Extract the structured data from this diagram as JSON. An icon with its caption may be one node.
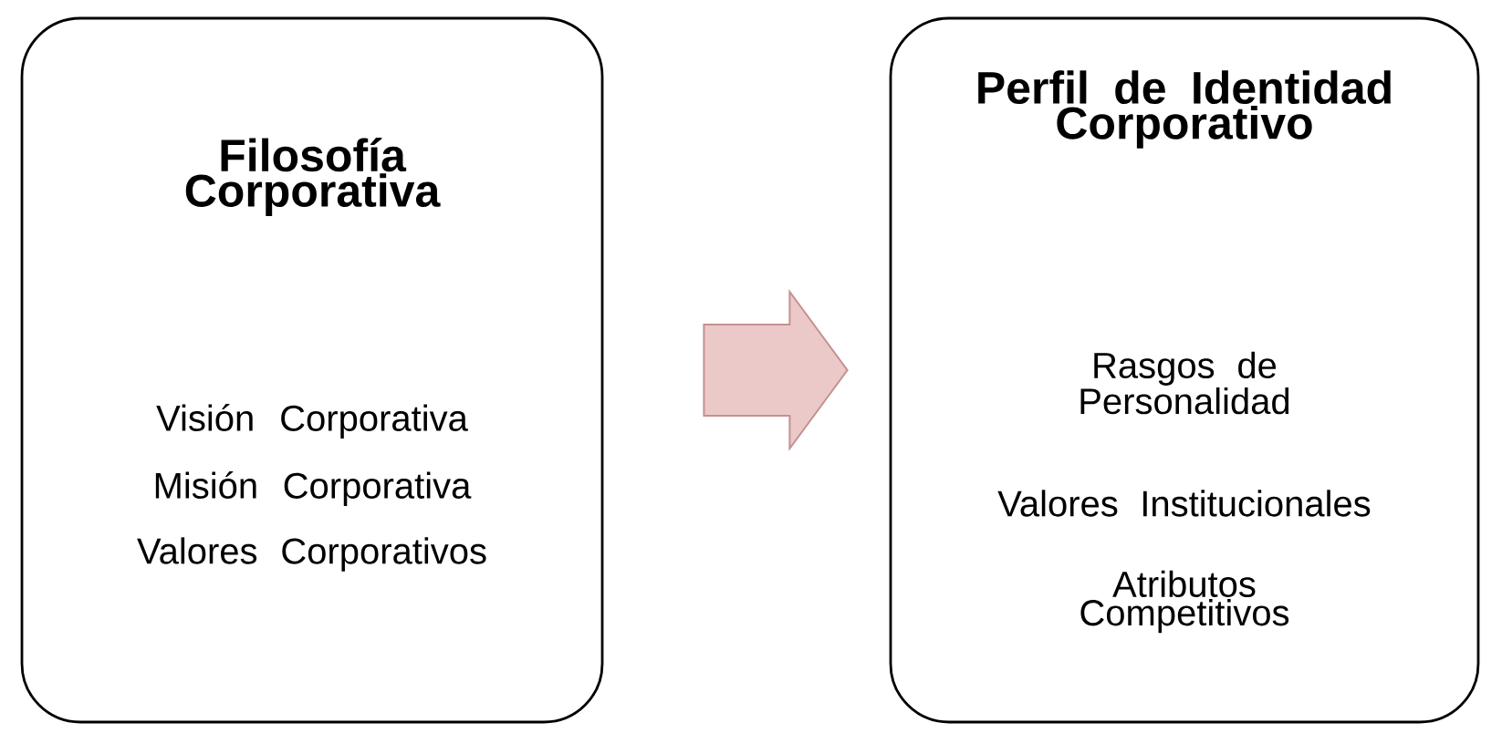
{
  "diagram": {
    "nodes": [
      {
        "text": [
          "Filosofía Corporativa",
          "Visión Corporativa",
          "Misión Corporativa",
          "Valores Corporativos"
        ]
      },
      {
        "text": [
          "Perfil de Identidad Corporativo",
          "Rasgos de Personalidad",
          "Valores Institucionales",
          "Atributos Competitivos"
        ]
      }
    ],
    "edges": [
      {
        "from": 0,
        "to": 1,
        "arrow": "to"
      }
    ]
  }
}
